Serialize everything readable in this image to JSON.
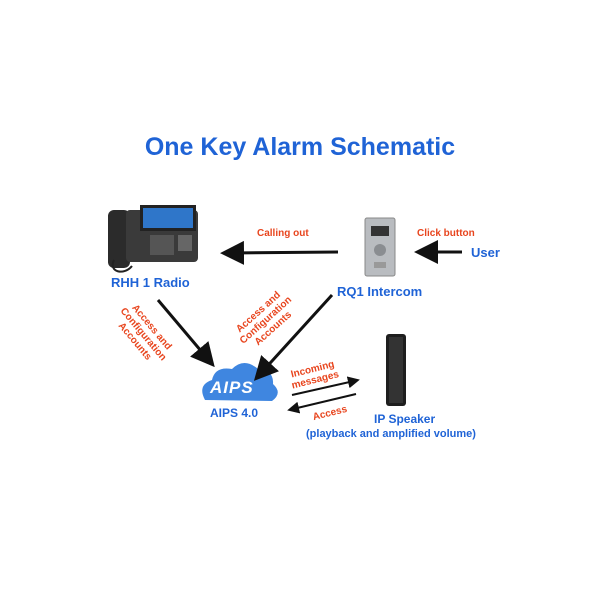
{
  "title": "One Key Alarm Schematic",
  "nodes": {
    "phone_label": "RHH 1 Radio",
    "intercom_label": "RQ1 Intercom",
    "user_label": "User",
    "aips_logo": "AIPS",
    "aips_label": "AIPS 4.0",
    "speaker_label": "IP Speaker",
    "speaker_sublabel": "(playback and amplified volume)"
  },
  "edges": {
    "calling_out": "Calling out",
    "click_button": "Click button",
    "phone_to_aips": [
      "Access and",
      "Configuration",
      "Accounts"
    ],
    "intercom_to_aips": [
      "Access and",
      "Configuration",
      "Accounts"
    ],
    "incoming": [
      "Incoming",
      "messages"
    ],
    "access": "Access"
  },
  "colors": {
    "title_blue": "#1f63d6",
    "label_red": "#e8451e",
    "arrow": "#111111"
  }
}
